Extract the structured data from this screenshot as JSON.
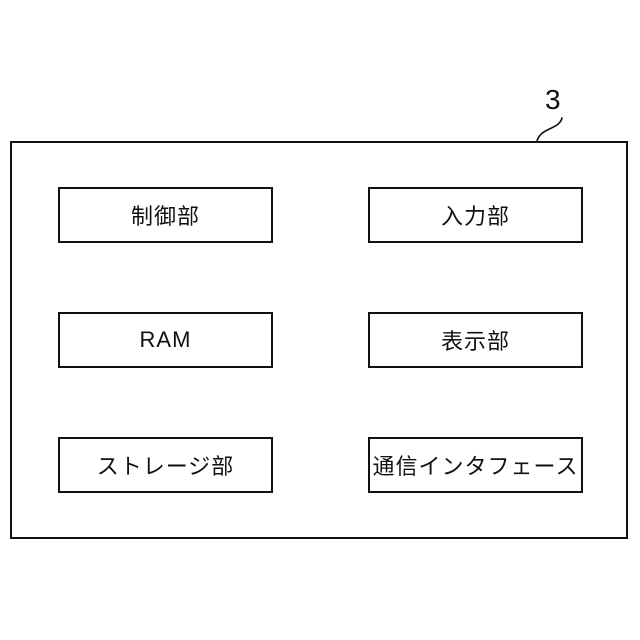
{
  "figure": {
    "reference_label": "3",
    "device_blocks": [
      {
        "label": "制御部"
      },
      {
        "label": "入力部"
      },
      {
        "label": "RAM"
      },
      {
        "label": "表示部"
      },
      {
        "label": "ストレージ部"
      },
      {
        "label": "通信インタフェース"
      }
    ]
  }
}
